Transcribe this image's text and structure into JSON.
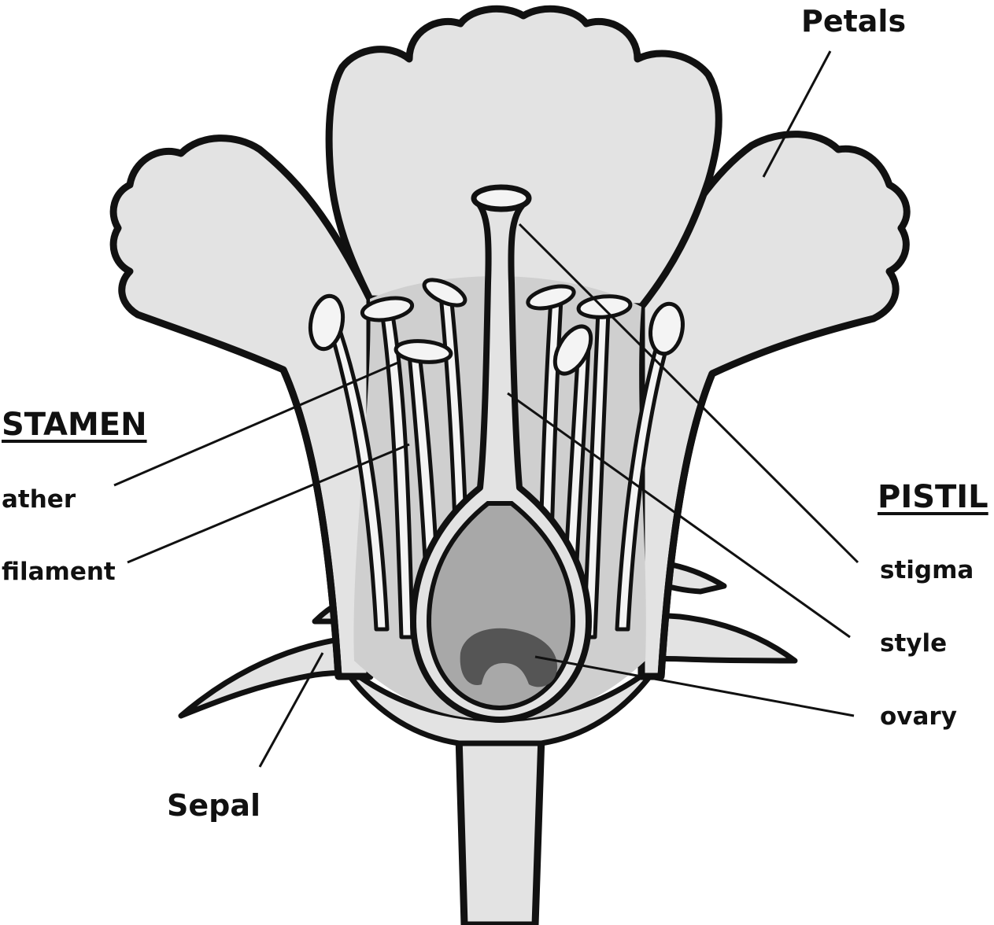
{
  "labels": {
    "petals": "Petals",
    "stamen_heading": "STAMEN",
    "anther": "ather",
    "filament": "filament",
    "pistil_heading": "PISTIL",
    "stigma": "stigma",
    "style": "style",
    "ovary": "ovary",
    "sepal": "Sepal"
  },
  "colors": {
    "outline": "#111111",
    "petal_fill": "#e3e3e3",
    "inner_fill": "#cfcfcf",
    "ovary_fill": "#a8a8a8",
    "ovule_fill": "#555555",
    "stamen_fill": "#f4f4f4",
    "background": "#ffffff"
  }
}
